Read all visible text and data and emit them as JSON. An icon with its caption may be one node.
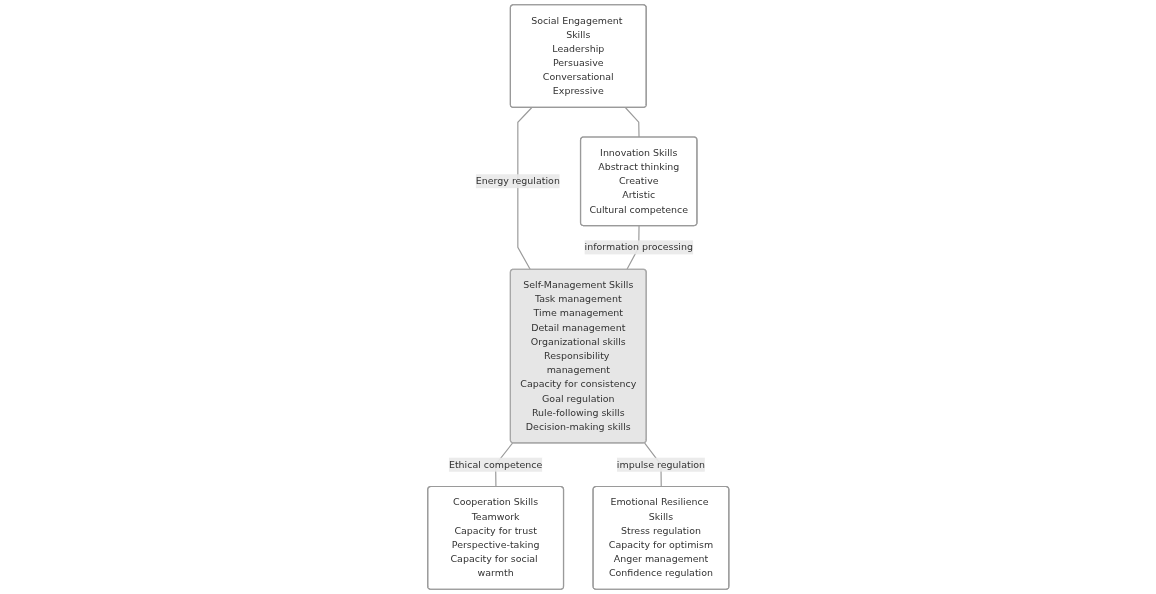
{
  "diagram": {
    "nodes": [
      {
        "text": [
          "Social Engagement Skills",
          "Leadership",
          "Persuasive",
          "Conversational",
          "Expressive"
        ]
      },
      {
        "text": [
          "Innovation Skills",
          "Abstract thinking",
          "Creative",
          "Artistic",
          "Cultural competence"
        ]
      },
      {
        "text": [
          "Self-Management Skills",
          "Task management",
          "Time management",
          "Detail management",
          "Organizational skills",
          "Responsibility management",
          "Capacity for consistency",
          "Goal regulation",
          "Rule-following skills",
          "Decision-making skills"
        ]
      },
      {
        "text": [
          "Cooperation Skills",
          "Teamwork",
          "Capacity for trust",
          "Perspective-taking",
          "Capacity for social warmth"
        ]
      },
      {
        "text": [
          "Emotional Resilience Skills",
          "Stress regulation",
          "Capacity for optimism",
          "Anger management",
          "Confidence regulation"
        ]
      }
    ],
    "edges": [
      {
        "from": 0,
        "to": 1,
        "arrow": "none"
      },
      {
        "from": 0,
        "to": 2,
        "arrow": "none",
        "label": "Energy regulation"
      },
      {
        "from": 1,
        "to": 2,
        "arrow": "none",
        "label": "information processing"
      },
      {
        "from": 2,
        "to": 3,
        "arrow": "none",
        "label": "Ethical competence"
      },
      {
        "from": 2,
        "to": 4,
        "arrow": "none",
        "label": "impulse regulation"
      }
    ]
  }
}
